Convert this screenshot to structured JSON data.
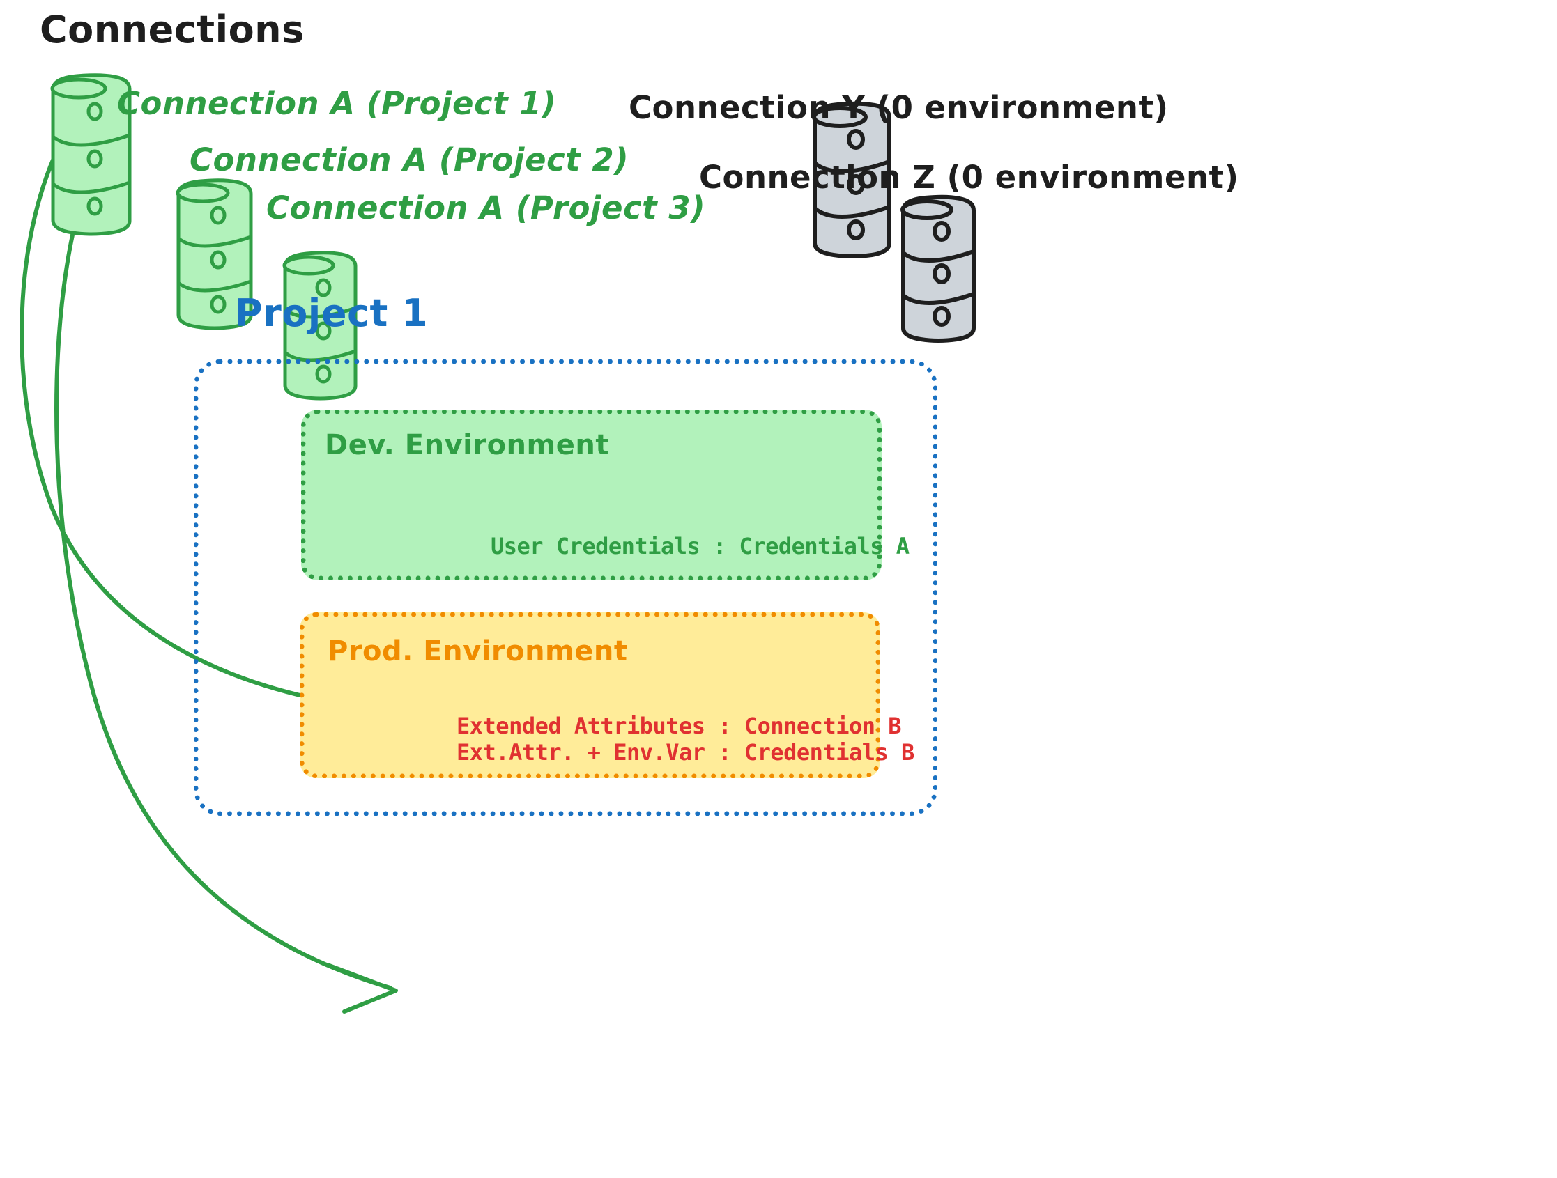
{
  "diagram": {
    "title": "Connections",
    "project_title": "Project 1",
    "colors": {
      "green_stroke": "#2f9e44",
      "green_fill": "#b2f2bb",
      "orange_stroke": "#f08c00",
      "yellow_fill": "#ffec99",
      "blue_stroke": "#1971c2",
      "red_text": "#e03131",
      "grey_fill": "#ced4da",
      "black_stroke": "#1e1e1e"
    }
  },
  "connections": {
    "heading": "Connections",
    "green": [
      {
        "icon": "database-icon",
        "label": "Connection A (Project 1)"
      },
      {
        "icon": "database-icon",
        "label": "Connection A (Project 2)"
      },
      {
        "icon": "database-icon",
        "label": "Connection A (Project 3)"
      }
    ],
    "grey": [
      {
        "icon": "database-icon",
        "label": "Connection Y (0 environment)"
      },
      {
        "icon": "database-icon",
        "label": "Connection Z (0 environment)"
      }
    ]
  },
  "project": {
    "title": "Project 1",
    "environments": [
      {
        "name": "Dev. Environment",
        "details": [
          "User Credentials : Credentials A"
        ]
      },
      {
        "name": "Prod. Environment",
        "details": [
          "Extended Attributes : Connection B",
          "Ext.Attr. + Env.Var : Credentials B"
        ]
      }
    ]
  },
  "arrows": [
    {
      "from": "Connection A (Project 1)",
      "to": "Dev. Environment"
    },
    {
      "from": "Connection A (Project 1)",
      "to": "Prod. Environment"
    }
  ]
}
